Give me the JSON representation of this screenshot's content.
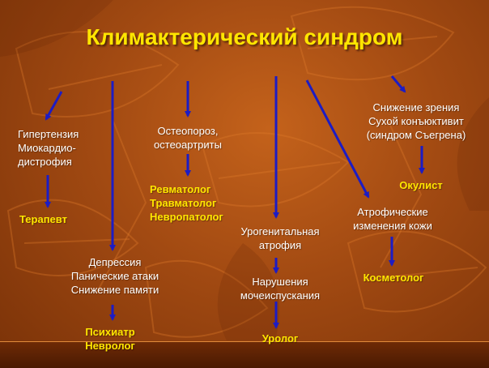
{
  "title": "Климактерический синдром",
  "colors": {
    "background": "#a24a12",
    "title": "#ffe600",
    "specialist": "#ffe600",
    "symptom": "#ffffff",
    "arrow": "#1c1cc4"
  },
  "nodes": {
    "hypertension": "Гипертензия\nМиокардио-\nдистрофия",
    "therapist": "Терапевт",
    "depression": "Депрессия\nПанические атаки\nСнижение памяти",
    "psychiatrist": "Психиатр\nНевролог",
    "osteoporosis": "Остеопороз,\nостеоартриты",
    "orthopedics": "Ревматолог\nТравматолог\nНевропатолог",
    "urogenital": "Урогенитальная\nатрофия",
    "urination": "Нарушения\nмочеиспускания",
    "urologist": "Уролог",
    "vision": "Снижение зрения\nСухой конъюктивит\n(синдром Съегрена)",
    "oculist": "Окулист",
    "skin": "Атрофические\nизменения кожи",
    "cosmetologist": "Косметолог"
  }
}
